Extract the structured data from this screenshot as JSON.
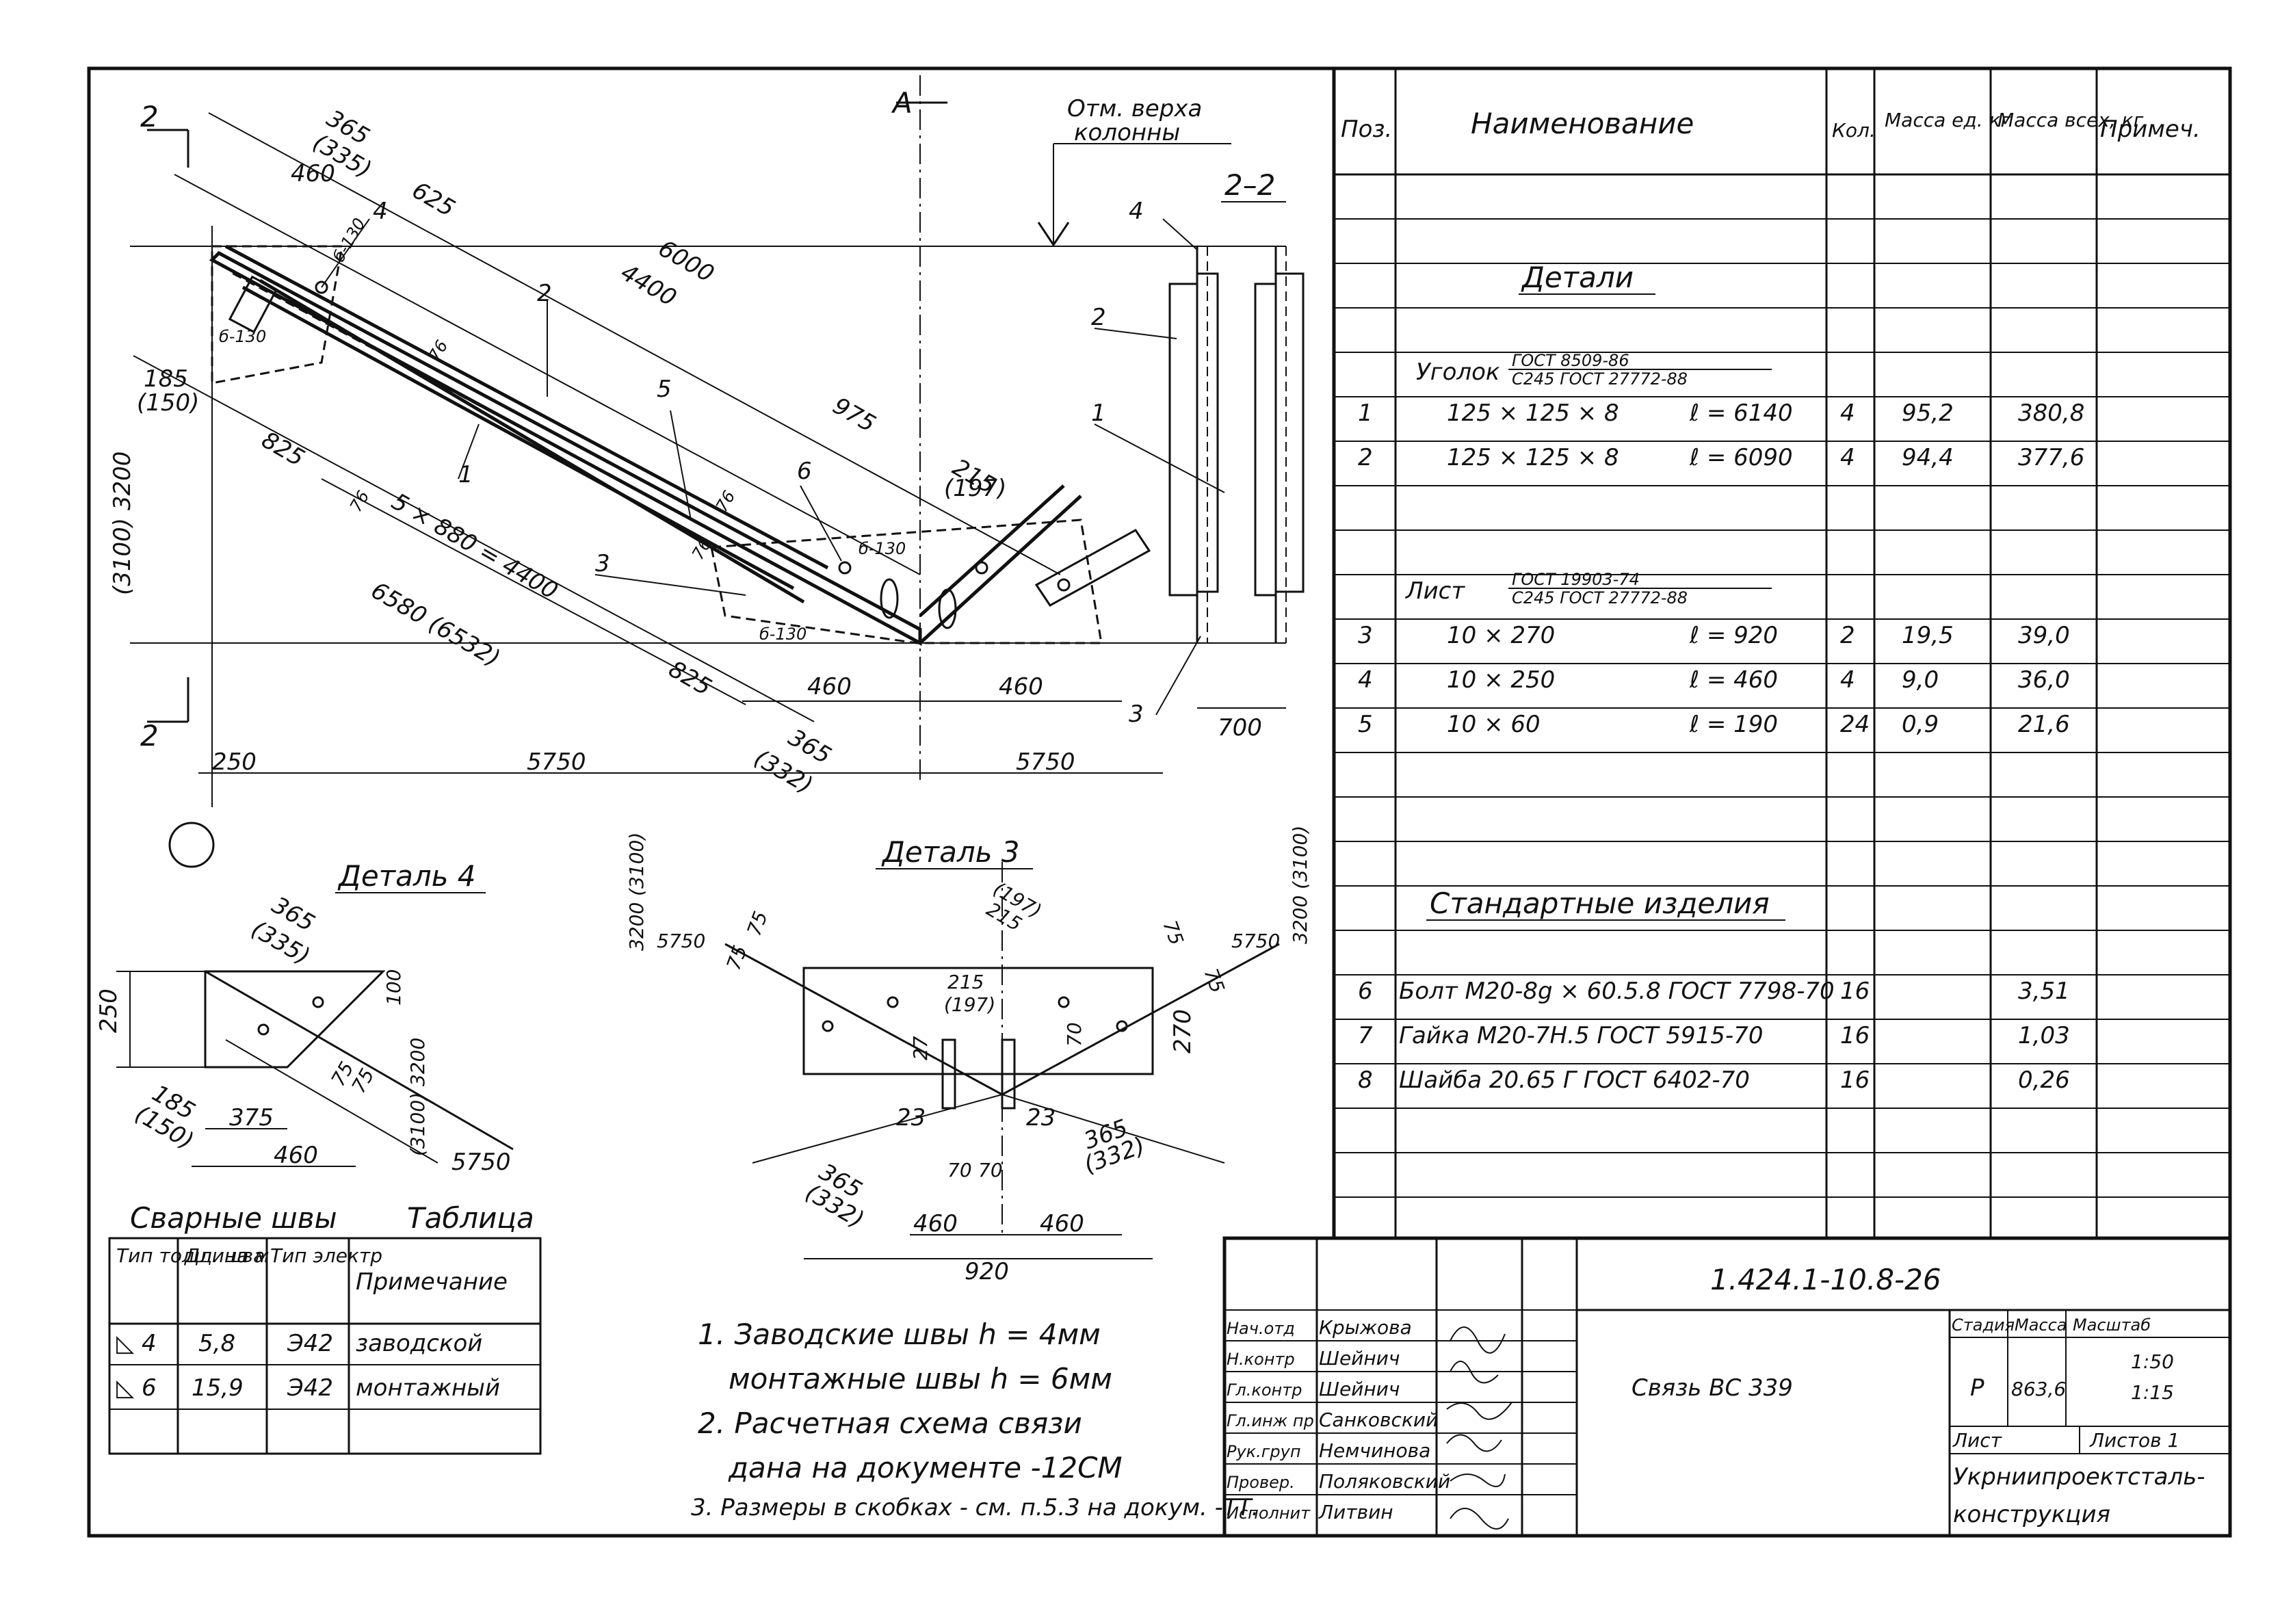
{
  "drawing": {
    "section_marks": {
      "top": "2",
      "bottom": "2"
    },
    "axis_symbol": "А",
    "elevation_label_line1": "Отм. верха",
    "elevation_label_line2": "колонны",
    "section_2_2_title": "2–2",
    "callouts": [
      "4",
      "2",
      "1",
      "5",
      "3",
      "6",
      "2",
      "1",
      "3",
      "4"
    ],
    "dims": {
      "d365_335_a": "365",
      "d365_335_b": "(335)",
      "d460_top": "460",
      "d625": "625",
      "d6000": "6000",
      "d4400": "4400",
      "d975": "975",
      "d215": "215",
      "d197": "(197)",
      "d185": "185",
      "d150": "(150)",
      "d825_left": "825",
      "d5x880": "5 × 880 = 4400",
      "d6580": "6580 (6532)",
      "d825_bottom": "825",
      "d460_a": "460",
      "d460_b": "460",
      "d365_332_a": "365",
      "d365_332_b": "(332)",
      "d3200": "(3100) 3200",
      "d250": "250",
      "d5750_a": "5750",
      "d5750_b": "5750",
      "d700": "700",
      "d76_a": "76",
      "d76_b": "76",
      "d76_c": "76",
      "d76_d": "76",
      "b130_a": "б-130",
      "b130_b": "б-130",
      "b130_c": "б-130",
      "b130_d": "б-130"
    },
    "detail4": {
      "title": "Деталь 4",
      "d365": "365",
      "d335": "(335)",
      "d250": "250",
      "d100": "100",
      "d185": "185",
      "d150": "(150)",
      "d375": "375",
      "d460": "460",
      "d75a": "75",
      "d75b": "75",
      "d3200": "(3100) 3200",
      "d5750": "5750"
    },
    "detail3": {
      "title": "Деталь 3",
      "d3200_left": "3200 (3100)",
      "d3200_right": "3200 (3100)",
      "d5750_left": "5750",
      "d5750_right": "5750",
      "d75a": "75",
      "d75b": "75",
      "d75c": "75",
      "d75d": "75",
      "d215_top": "215",
      "d197_top": "(197)",
      "d215_mid": "215",
      "d197_mid": "(197)",
      "d27": "27",
      "d70_right": "70",
      "d270": "270",
      "d23a": "23",
      "d23b": "23",
      "d70a": "70",
      "d70b": "70",
      "d365_left": "365",
      "d332_left": "(332)",
      "d365_right": "365",
      "d332_right": "(332)",
      "d460a": "460",
      "d460b": "460",
      "d920": "920"
    }
  },
  "weld_table": {
    "title_left": "Сварные швы",
    "title_right": "Таблица",
    "headers": [
      "Тип толщ. шва",
      "Длина м",
      "Тип электр",
      "Примечание"
    ],
    "rows": [
      {
        "type": "◺ 4",
        "length": "5,8",
        "electrode": "Э42",
        "note": "заводской"
      },
      {
        "type": "◺ 6",
        "length": "15,9",
        "electrode": "Э42",
        "note": "монтажный"
      }
    ]
  },
  "notes": [
    "1. Заводские швы h = 4мм",
    "монтажные швы h = 6мм",
    "2. Расчетная схема связи",
    "дана на документе -12СМ",
    "3. Размеры в скобках - см. п.5.3 на докум. -ТТ."
  ],
  "spec_table": {
    "headers": [
      "Поз.",
      "Наименование",
      "Кол.",
      "Масса ед. кг",
      "Масса всех, кг",
      "Примеч."
    ],
    "section_details": "Детали",
    "group_angle": {
      "name": "Уголок",
      "gost_top": "ГОСТ 8509-86",
      "gost_bottom": "С245 ГОСТ 27772-88"
    },
    "group_sheet": {
      "name": "Лист",
      "gost_top": "ГОСТ 19903-74",
      "gost_bottom": "С245 ГОСТ 27772-88"
    },
    "section_standard": "Стандартные изделия",
    "rows": [
      {
        "pos": "1",
        "name": "125 × 125 × 8",
        "len": "ℓ = 6140",
        "qty": "4",
        "unit": "95,2",
        "total": "380,8"
      },
      {
        "pos": "2",
        "name": "125 × 125 × 8",
        "len": "ℓ = 6090",
        "qty": "4",
        "unit": "94,4",
        "total": "377,6"
      },
      {
        "pos": "3",
        "name": "10 × 270",
        "len": "ℓ = 920",
        "qty": "2",
        "unit": "19,5",
        "total": "39,0"
      },
      {
        "pos": "4",
        "name": "10 × 250",
        "len": "ℓ = 460",
        "qty": "4",
        "unit": "9,0",
        "total": "36,0"
      },
      {
        "pos": "5",
        "name": "10 × 60",
        "len": "ℓ = 190",
        "qty": "24",
        "unit": "0,9",
        "total": "21,6"
      },
      {
        "pos": "6",
        "name": "Болт М20-8g × 60.5.8 ГОСТ 7798-70",
        "len": "",
        "qty": "16",
        "unit": "",
        "total": "3,51"
      },
      {
        "pos": "7",
        "name": "Гайка М20-7Н.5 ГОСТ 5915-70",
        "len": "",
        "qty": "16",
        "unit": "",
        "total": "1,03"
      },
      {
        "pos": "8",
        "name": "Шайба 20.65 Г ГОСТ 6402-70",
        "len": "",
        "qty": "16",
        "unit": "",
        "total": "0,26"
      }
    ]
  },
  "title_block": {
    "doc_code": "1.424.1-10.8-26",
    "title": "Связь ВС 339",
    "stage_label": "Стадия",
    "mass_label": "Масса",
    "scale_label": "Масштаб",
    "stage": "Р",
    "mass": "863,6",
    "scale1": "1:50",
    "scale2": "1:15",
    "sheet_label": "Лист",
    "sheets_label": "Листов 1",
    "org_line1": "Укрниипроектсталь-",
    "org_line2": "конструкция",
    "roles": [
      {
        "role": "Нач.отд",
        "name": "Крыжова"
      },
      {
        "role": "Н.контр",
        "name": "Шейнич"
      },
      {
        "role": "Гл.контр",
        "name": "Шейнич"
      },
      {
        "role": "Гл.инж пр",
        "name": "Санковский"
      },
      {
        "role": "Рук.груп",
        "name": "Немчинова"
      },
      {
        "role": "Провер.",
        "name": "Поляковский"
      },
      {
        "role": "Исполнит",
        "name": "Литвин"
      }
    ]
  }
}
